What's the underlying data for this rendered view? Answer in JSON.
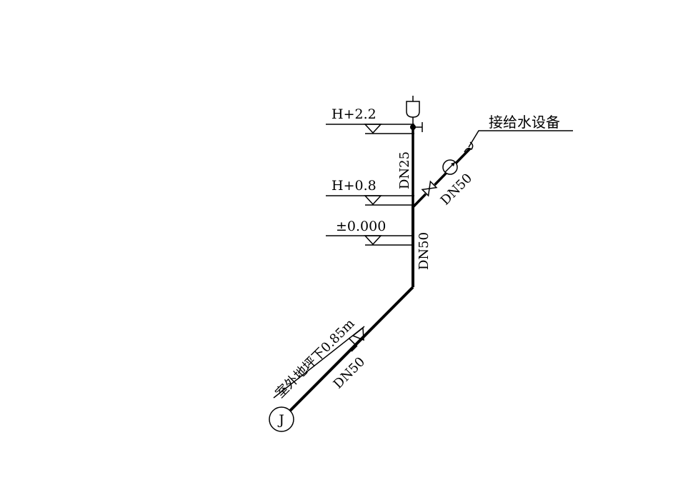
{
  "levels": [
    {
      "id": "h22",
      "label": "H+2.2"
    },
    {
      "id": "h08",
      "label": "H+0.8"
    },
    {
      "id": "h00",
      "label": "±0.000"
    }
  ],
  "pipe_labels": {
    "riser_upper": "DN25",
    "riser_lower": "DN50",
    "branch": "DN50",
    "inlet": "DN50"
  },
  "equipment_label": "接给水设备",
  "underground_note": "室外地坪下0.85m",
  "inlet_marker": "J",
  "pipe_code": "J",
  "colors": {
    "line": "#000000",
    "background": "#ffffff"
  }
}
